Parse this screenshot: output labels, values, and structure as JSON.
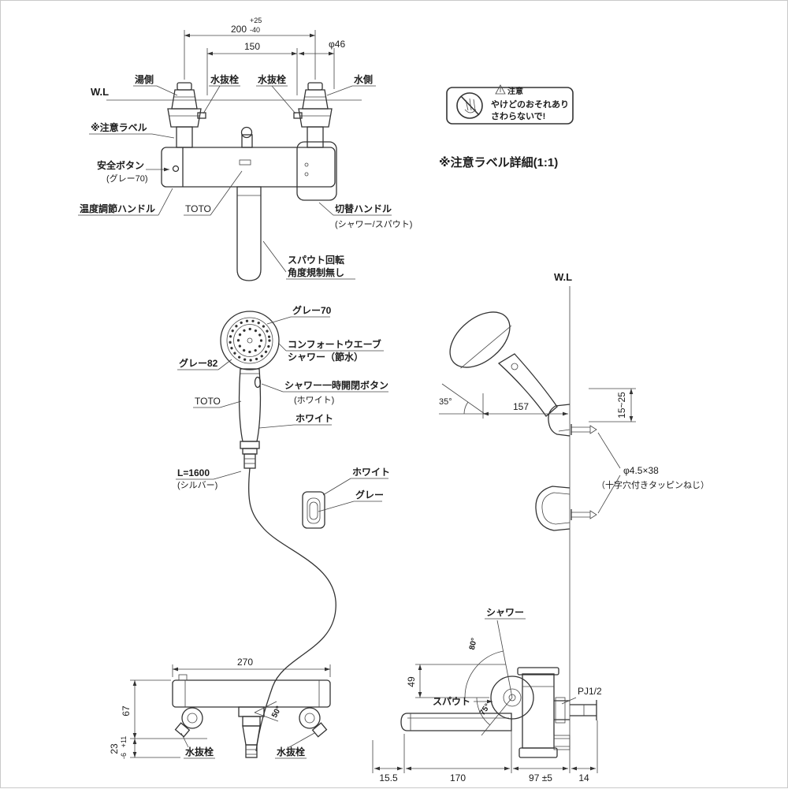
{
  "top_view": {
    "wl": "W.L",
    "dim_200": "200",
    "tol_plus25": "+25",
    "tol_minus40": "-40",
    "dim_150": "150",
    "dim_dia46": "φ46",
    "hot_side": "湯側",
    "drain_plug": "水抜栓",
    "cold_side": "水側",
    "caution_label": "※注意ラベル",
    "safety_button": "安全ボタン",
    "safety_button_color": "(グレー70)",
    "temp_handle": "温度調節ハンドル",
    "brand": "TOTO",
    "switch_handle": "切替ハンドル",
    "switch_handle_sub": "(シャワー/スパウト)",
    "spout_note_1": "スパウト回転",
    "spout_note_2": "角度規制無し"
  },
  "caution_detail": {
    "header": "注意",
    "line1": "やけどのおそれあり",
    "line2": "さわらないで!",
    "caption": "※注意ラベル詳細(1:1)"
  },
  "shower_unit": {
    "gray70": "グレー70",
    "comfort_1": "コンフォートウエーブ",
    "comfort_2": "シャワー（節水）",
    "gray82": "グレー82",
    "pause_button_1": "シャワー一時開閉ボタン",
    "pause_button_2": "(ホワイト)",
    "brand": "TOTO",
    "white": "ホワイト",
    "hose_length": "L=1600",
    "hose_color": "(シルバー)"
  },
  "holder_detail": {
    "white": "ホワイト",
    "gray": "グレー"
  },
  "wall_side_view": {
    "wl": "W.L",
    "angle_35": "35°",
    "dim_157": "157",
    "dim_15_25": "15~25",
    "screw_spec": "φ4.5×38",
    "screw_note": "（十字穴付きタッピンねじ）"
  },
  "bottom_front_view": {
    "dim_270": "270",
    "dim_67": "67",
    "dim_23": "23",
    "tol_plus11": "+11",
    "tol_minus6": "-6",
    "drain_plug": "水抜栓",
    "angle_50": "50°"
  },
  "bottom_side_view": {
    "shower": "シャワー",
    "angle_80": "80°",
    "dim_49": "49",
    "spout": "スパウト",
    "angle_75": "75°",
    "thread": "PJ1/2",
    "dim_15_5": "15.5",
    "dim_170": "170",
    "dim_97": "97 ±5",
    "dim_14": "14"
  }
}
